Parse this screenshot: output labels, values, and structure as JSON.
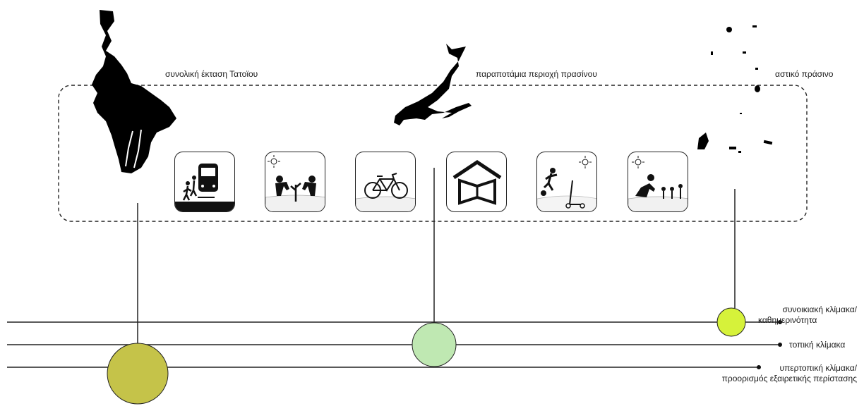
{
  "areas": {
    "tatoi": {
      "label": "συνολική έκταση Τατοϊου"
    },
    "riverside": {
      "label": "παραποτάμια περιοχή πρασίνου"
    },
    "urban": {
      "label": "αστικό πράσινο"
    }
  },
  "scales": [
    {
      "id": "neighbourhood",
      "line1": "συνοικιακή κλίμακα/",
      "line2": "καθημερινότητα",
      "color": "#d6f23a"
    },
    {
      "id": "local",
      "line1": "τοπική κλίμακα",
      "line2": "",
      "color": "#bfe8b2"
    },
    {
      "id": "supralocal",
      "line1": "υπερτοπική κλίμακα/",
      "line2": "προορισμός εξαιρετικής περίστασης",
      "color": "#c5c349"
    }
  ],
  "activity_icons": [
    "train-station-icon",
    "gardening-icon",
    "bicycle-icon",
    "open-book-icon",
    "scooter-football-icon",
    "flower-planting-icon"
  ],
  "colors": {
    "line": "#222222",
    "silhouette": "#000000",
    "frame": "#222222"
  }
}
